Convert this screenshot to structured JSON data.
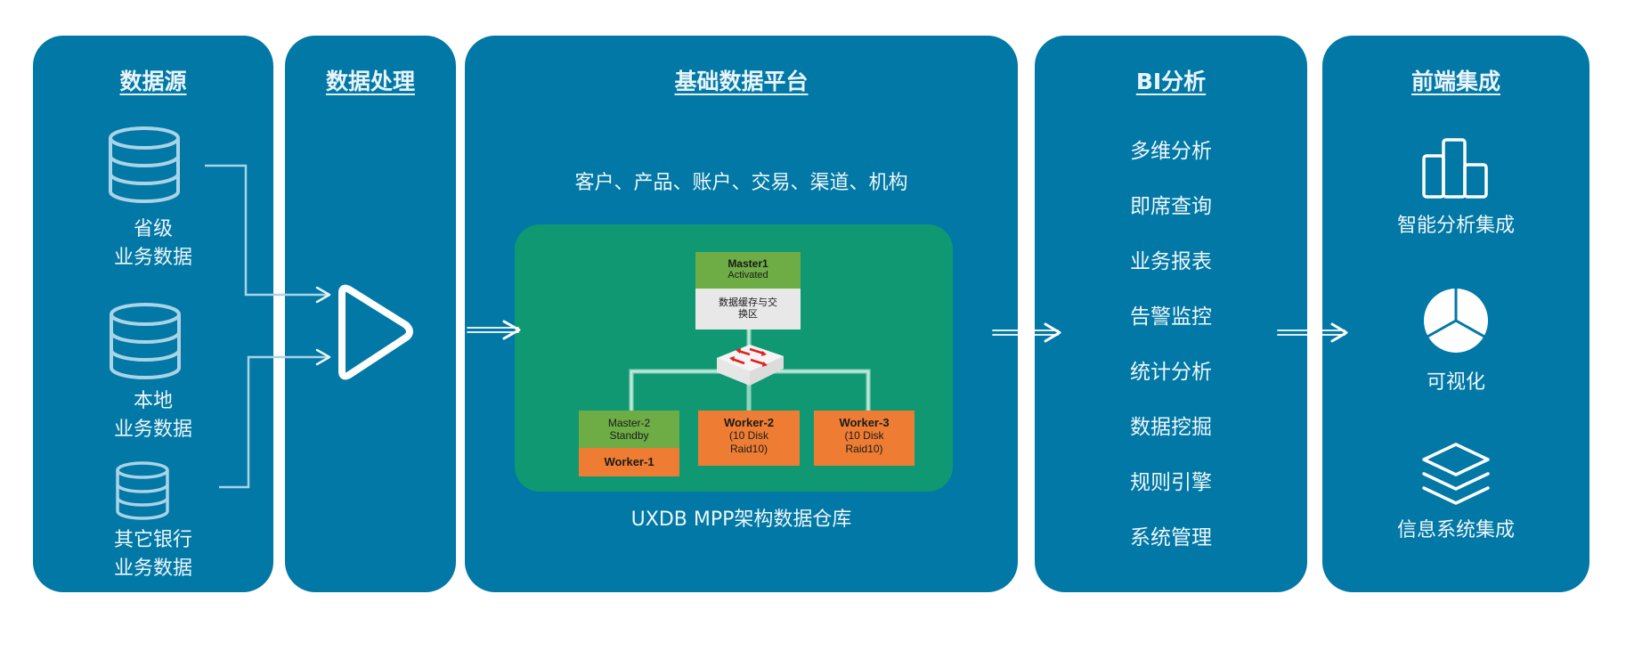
{
  "colors": {
    "panel": "#0178a5",
    "cluster_bg": "#109873",
    "node_green": "#6eac46",
    "node_orange": "#ee7d33",
    "node_grey": "#e8e8e8",
    "switch_arrows": "#e02020"
  },
  "sources": {
    "title": "数据源",
    "items": [
      {
        "icon": "database-icon",
        "line1": "省级",
        "line2": "业务数据"
      },
      {
        "icon": "database-icon",
        "line1": "本地",
        "line2": "业务数据"
      },
      {
        "icon": "database-icon",
        "line1": "其它银行",
        "line2": "业务数据"
      }
    ]
  },
  "processing": {
    "title": "数据处理",
    "icon": "play-icon"
  },
  "platform": {
    "title": "基础数据平台",
    "subjects": "客户、产品、账户、交易、渠道、机构",
    "footer": "UXDB MPP架构数据仓库",
    "cluster": {
      "master1": {
        "name": "Master1",
        "status": "Activated",
        "desc_line1": "数据缓存与交",
        "desc_line2": "换区"
      },
      "switch_icon": "network-switch-icon",
      "master2": {
        "name": "Master-2",
        "status": "Standby",
        "worker": "Worker-1"
      },
      "worker2": {
        "name": "Worker-2",
        "line2": "(10 Disk",
        "line3": "Raid10)"
      },
      "worker3": {
        "name": "Worker-3",
        "line2": "(10 Disk",
        "line3": "Raid10)"
      }
    }
  },
  "bi": {
    "title": "BI分析",
    "items": [
      "多维分析",
      "即席查询",
      "业务报表",
      "告警监控",
      "统计分析",
      "数据挖掘",
      "规则引擎",
      "系统管理"
    ]
  },
  "frontend": {
    "title": "前端集成",
    "items": [
      {
        "icon": "bar-chart-icon",
        "label": "智能分析集成"
      },
      {
        "icon": "pie-chart-icon",
        "label": "可视化"
      },
      {
        "icon": "layers-icon",
        "label": "信息系统集成"
      }
    ]
  }
}
